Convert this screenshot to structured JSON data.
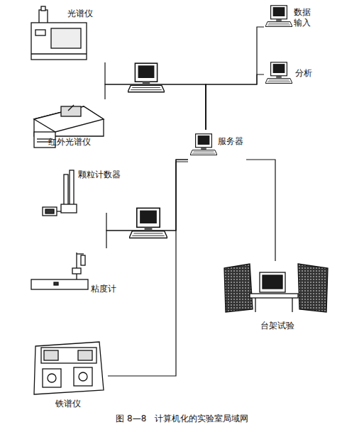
{
  "diagram": {
    "caption": "图 8—8   计算机化的实验室局域网",
    "nodes": [
      {
        "text": [
          "光谱仪"
        ]
      },
      {
        "text": [
          "数据输入"
        ]
      },
      {
        "text": [
          "分析"
        ]
      },
      {
        "text": [
          "红外光谱仪"
        ]
      },
      {
        "text": [
          "服务器"
        ]
      },
      {
        "text": [
          "颗粒计数器"
        ]
      },
      {
        "text": [
          "粘度计"
        ]
      },
      {
        "text": [
          "台架试验"
        ]
      },
      {
        "text": [
          "铁谱仪"
        ]
      }
    ],
    "edges": [
      {
        "from": 0,
        "to": 4,
        "arrow": "none"
      },
      {
        "from": 3,
        "to": 4,
        "arrow": "none"
      },
      {
        "from": 1,
        "to": 4,
        "arrow": "none"
      },
      {
        "from": 2,
        "to": 4,
        "arrow": "none"
      },
      {
        "from": 5,
        "to": 4,
        "arrow": "none"
      },
      {
        "from": 6,
        "to": 4,
        "arrow": "none"
      },
      {
        "from": 4,
        "to": 7,
        "arrow": "none"
      },
      {
        "from": 4,
        "to": 8,
        "arrow": "none"
      }
    ]
  }
}
